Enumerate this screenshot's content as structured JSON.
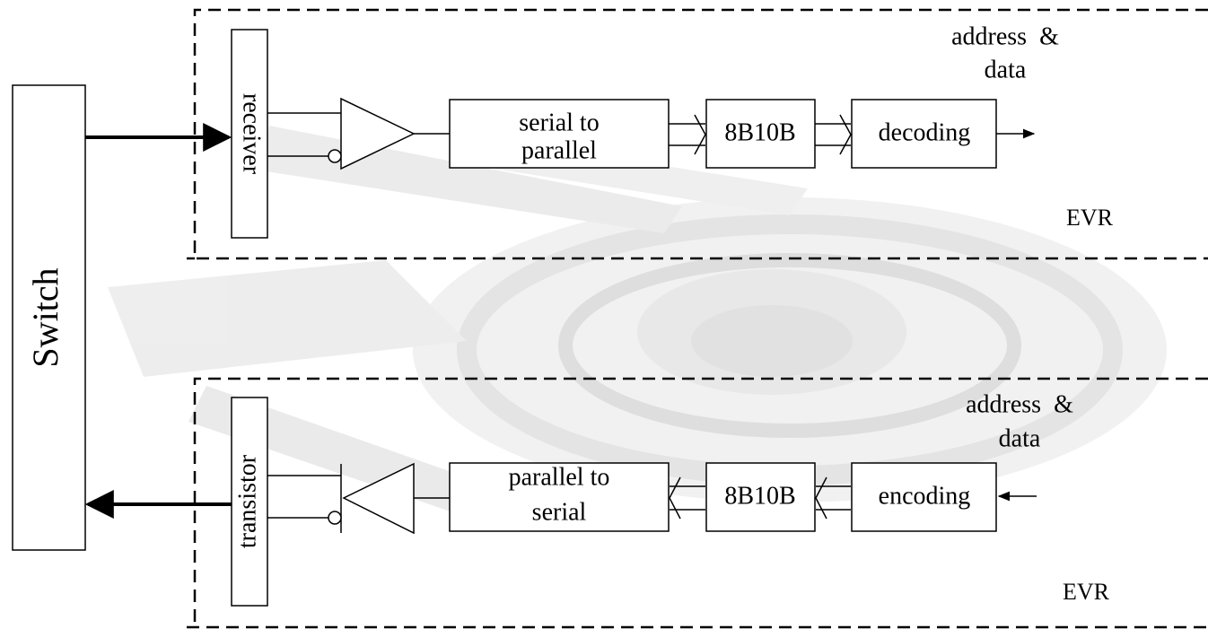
{
  "switch_label": "Switch",
  "top": {
    "port_label": "receiver",
    "block1": [
      "serial to",
      "parallel"
    ],
    "block2": "8B10B",
    "block3": "decoding",
    "io_label": [
      "address  &",
      "data"
    ],
    "region_label": "EVR"
  },
  "bottom": {
    "port_label": "transistor",
    "block1": [
      "parallel to",
      "serial"
    ],
    "block2": "8B10B",
    "block3": "encoding",
    "io_label": [
      "address  &",
      "data"
    ],
    "region_label": "EVR"
  },
  "colors": {
    "stroke": "#000000",
    "background": "#ffffff",
    "photo_tone": "#d9d9d9"
  }
}
